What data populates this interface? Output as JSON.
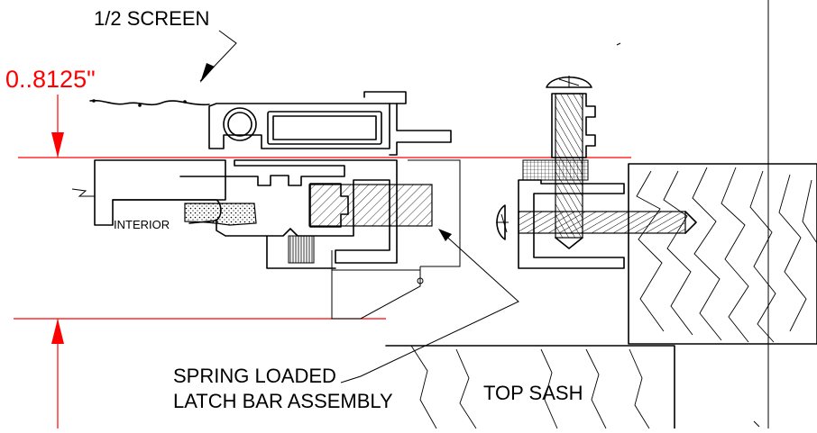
{
  "labels": {
    "screen": "1/2 SCREEN",
    "dimension": "0..8125\"",
    "interior": "INTERIOR",
    "latch_line1": "SPRING LOADED",
    "latch_line2": "LATCH BAR ASSEMBLY",
    "top_sash": "TOP SASH"
  },
  "colors": {
    "linework": "#000000",
    "dimension": "#ff0000",
    "background": "#ffffff"
  }
}
